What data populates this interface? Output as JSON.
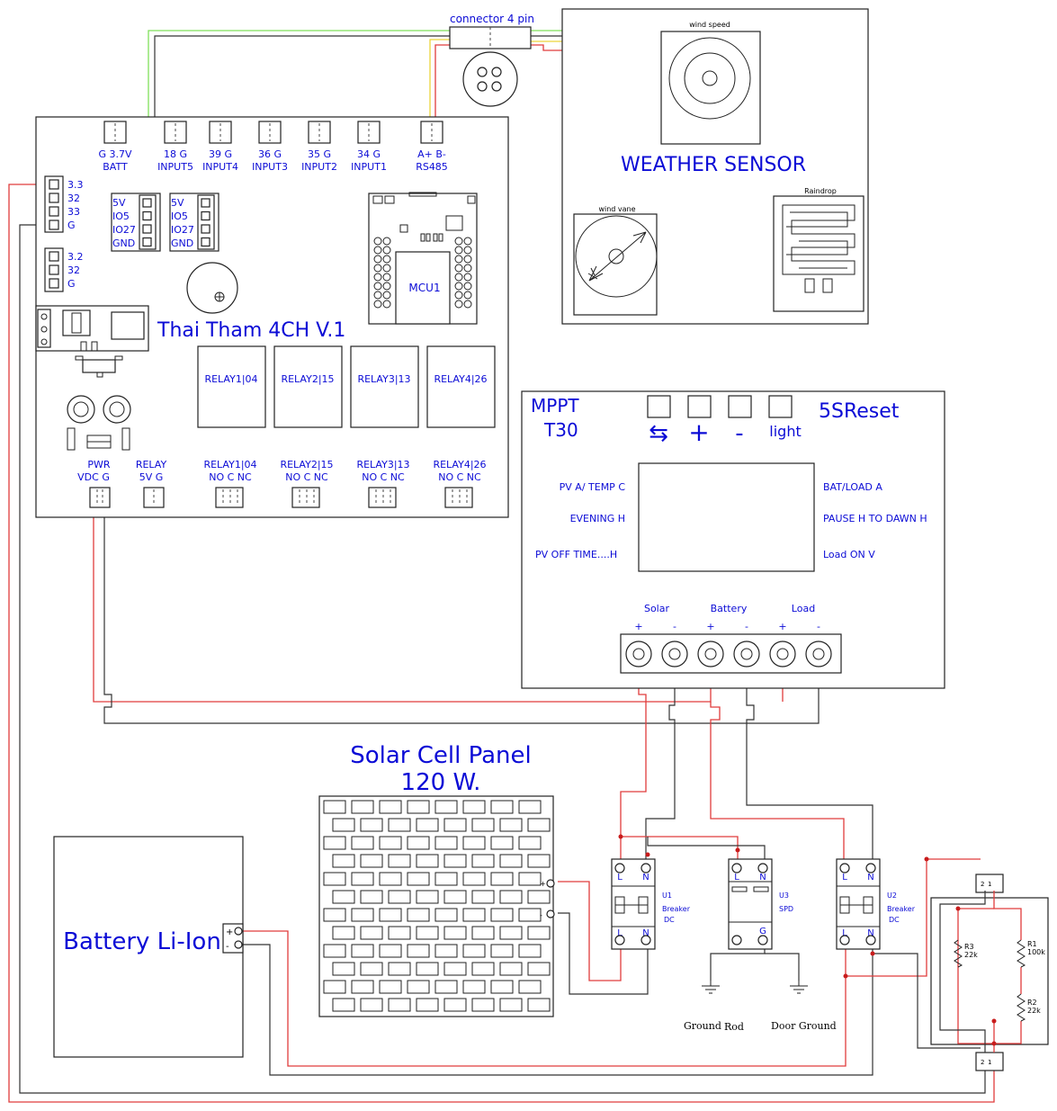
{
  "connector": {
    "title": "connector 4 pin"
  },
  "weather": {
    "title": "WEATHER SENSOR",
    "wind_speed": "wind speed",
    "wind_vane": "wind vane",
    "raindrop": "Raindrop"
  },
  "board": {
    "title": "Thai Tham 4CH V.1",
    "mcu": "MCU1",
    "headers": [
      {
        "l1": "G  3.7V",
        "l2": "BATT"
      },
      {
        "l1": "18  G",
        "l2": "INPUT5"
      },
      {
        "l1": "39  G",
        "l2": "INPUT4"
      },
      {
        "l1": "36  G",
        "l2": "INPUT3"
      },
      {
        "l1": "35  G",
        "l2": "INPUT2"
      },
      {
        "l1": "34  G",
        "l2": "INPUT1"
      },
      {
        "l1": "A+  B-",
        "l2": "RS485"
      }
    ],
    "side_pins_top": [
      "3.3",
      "32",
      "33",
      "G"
    ],
    "side_pins_bottom": [
      "3.2",
      "32",
      "G"
    ],
    "io_block": [
      "5V",
      "IO5",
      "IO27",
      "GND"
    ],
    "relays": [
      "RELAY1|04",
      "RELAY2|15",
      "RELAY3|13",
      "RELAY4|26"
    ],
    "terminal_pins": "NO  C  NC",
    "pwr": {
      "l1": "PWR",
      "l2": "VDC G"
    },
    "relay_pwr": {
      "l1": "RELAY",
      "l2": "5V G"
    }
  },
  "mppt": {
    "title1": "MPPT",
    "title2": "T30",
    "reset": "5SReset",
    "buttons": [
      "⇆",
      "+",
      "-",
      "light"
    ],
    "left_labels": [
      "PV A/ TEMP C",
      "EVENING H",
      "PV OFF TIME....H"
    ],
    "right_labels": [
      "BAT/LOAD A",
      "PAUSE H TO DAWN H",
      "Load ON V"
    ],
    "terminals": [
      "Solar",
      "Battery",
      "Load"
    ],
    "polarity": [
      "+",
      "-",
      "+",
      "-",
      "+",
      "-"
    ]
  },
  "solar": {
    "title1": "Solar Cell Panel",
    "title2": "120 W.",
    "plus": "+",
    "minus": "-"
  },
  "battery": {
    "title": "Battery Li-Ion",
    "plus": "+",
    "minus": "-"
  },
  "u1": {
    "ref": "U1",
    "name": "Breaker",
    "sub": "DC",
    "pins": [
      "L",
      "N",
      "L",
      "N"
    ]
  },
  "u3": {
    "ref": "U3",
    "name": "SPD",
    "pins": [
      "L",
      "N",
      "G"
    ]
  },
  "u2": {
    "ref": "U2",
    "name": "Breaker",
    "sub": "DC",
    "pins": [
      "L",
      "N",
      "L",
      "N"
    ]
  },
  "grounds": {
    "g1": "Ground",
    "rod": "Rod",
    "g2": "Door Ground"
  },
  "divider": {
    "r1": "R1",
    "r1v": "100k",
    "r2": "R2",
    "r2v": "22k",
    "r3": "R3",
    "r3v": "22k",
    "j_pins": [
      "1",
      "2"
    ]
  }
}
